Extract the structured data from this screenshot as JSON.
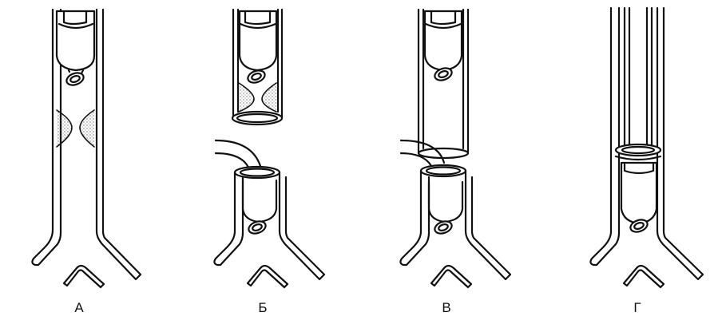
{
  "panels": [
    {
      "id": "a",
      "label": "А"
    },
    {
      "id": "b",
      "label": "Б"
    },
    {
      "id": "v",
      "label": "В"
    },
    {
      "id": "g",
      "label": "Г"
    }
  ],
  "colors": {
    "ink": "#111111",
    "background": "#ffffff"
  }
}
